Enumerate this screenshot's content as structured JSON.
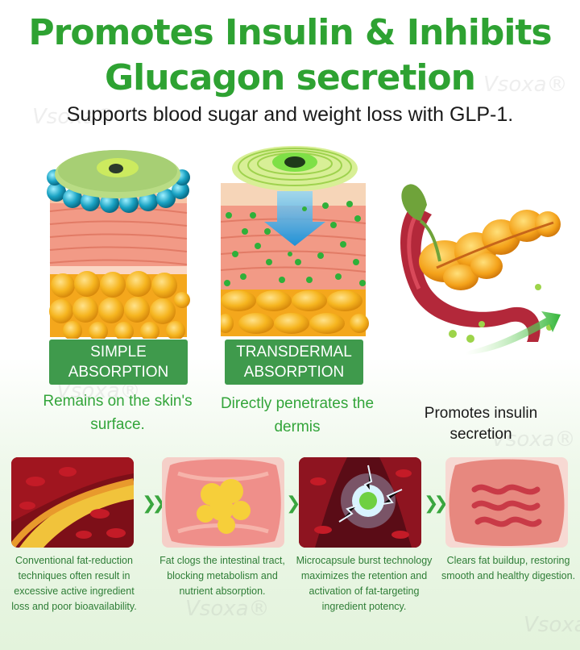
{
  "watermark": "Vsoxa®",
  "header": {
    "title_line1": "Promotes Insulin & Inhibits",
    "title_line2": "Glucagon secretion",
    "subtitle": "Supports blood sugar and weight loss with GLP-1."
  },
  "panels": [
    {
      "badge_line1": "SIMPLE",
      "badge_line2": "ABSORPTION",
      "description": "Remains on the skin's surface."
    },
    {
      "badge_line1": "TRANSDERMAL",
      "badge_line2": "ABSORPTION",
      "description": "Directly penetrates the dermis"
    },
    {
      "description": "Promotes insulin secretion"
    }
  ],
  "steps": [
    {
      "caption": "Conventional fat-reduction techniques often result in excessive active ingredient loss and poor bioavailability."
    },
    {
      "caption": "Fat clogs the intestinal tract, blocking metabolism and nutrient absorption."
    },
    {
      "caption": "Microcapsule burst technology maximizes the retention and activation of fat-targeting ingredient potency."
    },
    {
      "caption": "Clears fat buildup, restoring smooth and healthy digestion."
    }
  ],
  "colors": {
    "brand_green": "#2ea232",
    "badge_green": "#3f9a4c",
    "caption_green": "#2e7d36"
  }
}
